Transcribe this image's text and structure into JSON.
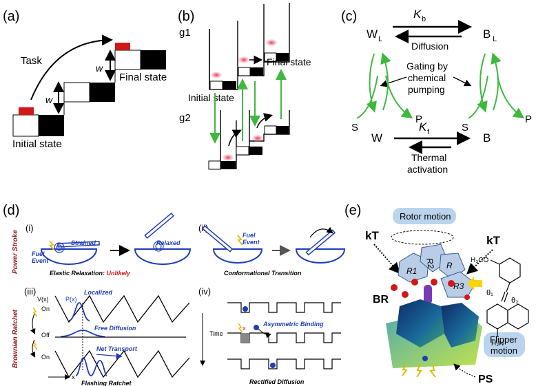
{
  "panels": {
    "a": {
      "label": "(a)",
      "task": "Task",
      "w1": "w",
      "w2": "w",
      "final": "Final state",
      "initial": "Initial state"
    },
    "b": {
      "label": "(b)",
      "g1": "g1",
      "g2": "g2",
      "final": "Final state",
      "initial": "Initial state"
    },
    "c": {
      "label": "(c)",
      "kb": "K",
      "kb_sub": "b",
      "kf": "K",
      "kf_sub": "f",
      "wl": "W",
      "wl_sub": "L",
      "bl": "B",
      "bl_sub": "L",
      "diffusion": "Diffusion",
      "gating1": "Gating by",
      "gating2": "chemical",
      "gating3": "pumping",
      "s1": "S",
      "p1": "P",
      "s2": "S",
      "p2": "P",
      "w": "W",
      "b": "B",
      "thermal1": "Thermal",
      "thermal2": "activation"
    },
    "d": {
      "label": "(d)",
      "i": "(i)",
      "ii": "(ii)",
      "iii": "(iii)",
      "iv": "(iv)",
      "power_stroke": "Power Stroke",
      "brownian": "Brownian Ratchet",
      "fuel_event": "Fuel\nEvent",
      "fuel_event2": "Fuel\nEvent",
      "strained": "Strained",
      "relaxed": "Relaxed",
      "elastic": "Elastic Relaxation: ",
      "unlikely": "Unlikely",
      "conformational": "Conformational Transition",
      "vx": "V(x)",
      "px": "P(x)",
      "localized": "Localized",
      "on1": "On",
      "off": "Off",
      "on2": "On",
      "free_diffusion": "Free Diffusion",
      "net_transport": "Net Transport",
      "x": "x",
      "flashing": "Flashing Ratchet",
      "time": "Time",
      "asym": "Asymmetric Binding",
      "rectified": "Rectified Diffusion"
    },
    "e": {
      "label": "(e)",
      "rotor": "Rotor motion",
      "kt1": "kT",
      "kt2": "kT",
      "br": "BR",
      "r1": "R1",
      "r2": "R2",
      "r": "R",
      "r3": "R3",
      "h3co": "H₃CO",
      "theta1": "θ₁",
      "theta2": "θ₂",
      "h2n": "H₂N",
      "flipper": "Flipper\nmotion",
      "ps": "PS"
    }
  },
  "colors": {
    "green": "#3fb83f",
    "blue": "#1f3db5",
    "red": "#d01818",
    "pink": "#e8304a",
    "darkred": "#8b1a1a"
  }
}
